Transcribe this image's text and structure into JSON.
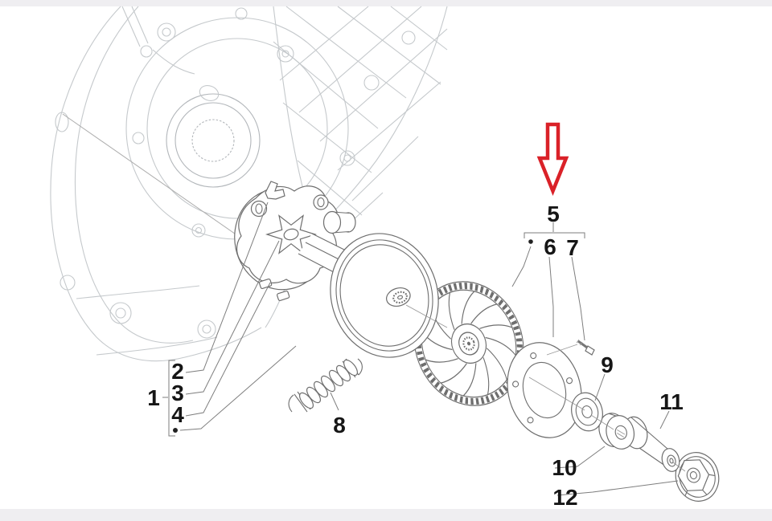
{
  "page": {
    "background_color": "#ffffff",
    "top_bar_color": "#efeef1",
    "bottom_bar_color": "#efeef1"
  },
  "diagram": {
    "kind": "exploded-parts-diagram",
    "subject": "variator-drive-pulley-assembly-on-engine-case",
    "background_drawing_color": "#c5c9cc",
    "part_line_color": "#6e6e6e",
    "label_color": "#161616",
    "arrow": {
      "color": "#da2128",
      "direction": "down",
      "points_to_label": "5"
    },
    "labels": {
      "p1": {
        "label": "1"
      },
      "p2": {
        "label": "2"
      },
      "p3": {
        "label": "3"
      },
      "p4": {
        "label": "4"
      },
      "p5": {
        "label": "5"
      },
      "p6": {
        "label": "6"
      },
      "p7": {
        "label": "7"
      },
      "p8": {
        "label": "8"
      },
      "p9": {
        "label": "9"
      },
      "p10": {
        "label": "10"
      },
      "p11": {
        "label": "11"
      },
      "p12": {
        "label": "12"
      }
    }
  }
}
